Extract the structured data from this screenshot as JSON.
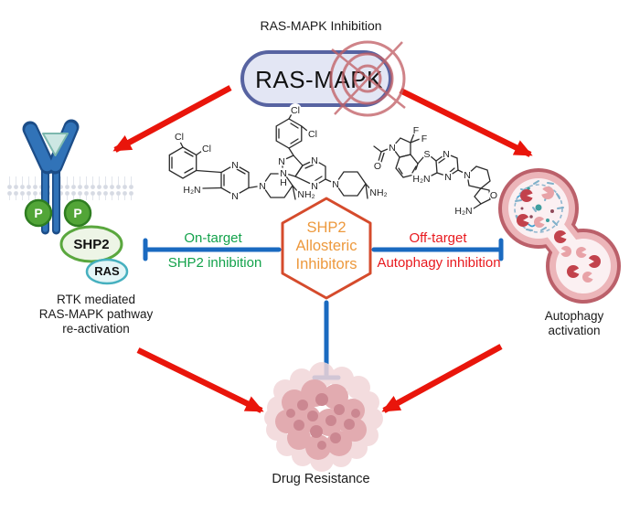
{
  "palette": {
    "arrow_red": "#e9150b",
    "inhibit_blue": "#1a6ac0",
    "on_target_green": "#13a24b",
    "off_target_red": "#e8191e",
    "box_fill": "#e3e6f4",
    "box_border": "#5763a1",
    "target_ring": "#c26167",
    "hex_border": "#d54b2c",
    "hex_text": "#ed993d",
    "receptor_blue": "#3173b8",
    "phospho_green": "#52a537",
    "autophagy_pink": "#bb606a"
  },
  "header": {
    "title": "RAS-MAPK Inhibition",
    "box_label": "RAS-MAPK"
  },
  "hexagon": {
    "lines": [
      "SHP2",
      "Allosteric",
      "Inhibitors"
    ]
  },
  "left_branch": {
    "arrow_top": "On-target",
    "arrow_bottom": "SHP2 inhibition",
    "caption": [
      "RTK mediated",
      "RAS-MAPK pathway",
      "re-activation"
    ],
    "phospho": "P",
    "shp2": "SHP2",
    "ras": "RAS"
  },
  "right_branch": {
    "arrow_top": "Off-target",
    "arrow_bottom": "Autophagy inhibition",
    "caption": [
      "Autophagy",
      "activation"
    ]
  },
  "bottom": {
    "caption": "Drug Resistance"
  },
  "molecules": {
    "m1": {
      "atoms": [
        "Cl",
        "Cl",
        "N",
        "H₂N",
        "N",
        "N",
        "NH₂"
      ]
    },
    "m2": {
      "atoms": [
        "Cl",
        "Cl",
        "N",
        "N",
        "H",
        "N",
        "N",
        "N",
        "NH₂"
      ]
    },
    "m3": {
      "atoms": [
        "O",
        "N",
        "F",
        "F",
        "S",
        "N",
        "N",
        "H₂N",
        "N",
        "O",
        "H₂N"
      ]
    }
  }
}
